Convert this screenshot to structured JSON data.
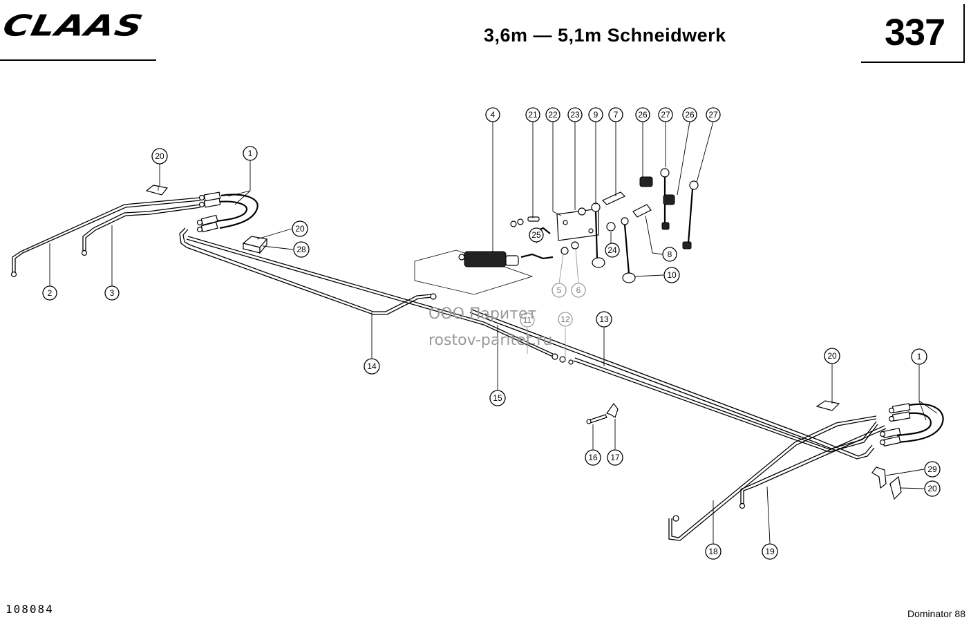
{
  "header": {
    "brand": "CLAAS",
    "title": "3,6m — 5,1m Schneidwerk",
    "page_number": "337"
  },
  "footer": {
    "doc_number": "108084",
    "machine": "Dominator 88"
  },
  "watermark": {
    "line1": "ООО Паритет",
    "line2": "rostov-paritet.ru"
  },
  "callouts": [
    {
      "label": "1",
      "name": "callout-1-left"
    },
    {
      "label": "2",
      "name": "callout-2"
    },
    {
      "label": "3",
      "name": "callout-3"
    },
    {
      "label": "4",
      "name": "callout-4"
    },
    {
      "label": "5",
      "name": "callout-5"
    },
    {
      "label": "6",
      "name": "callout-6"
    },
    {
      "label": "7",
      "name": "callout-7"
    },
    {
      "label": "8",
      "name": "callout-8"
    },
    {
      "label": "9",
      "name": "callout-9"
    },
    {
      "label": "10",
      "name": "callout-10"
    },
    {
      "label": "11",
      "name": "callout-11"
    },
    {
      "label": "12",
      "name": "callout-12"
    },
    {
      "label": "13",
      "name": "callout-13"
    },
    {
      "label": "14",
      "name": "callout-14"
    },
    {
      "label": "15",
      "name": "callout-15"
    },
    {
      "label": "16",
      "name": "callout-16"
    },
    {
      "label": "17",
      "name": "callout-17"
    },
    {
      "label": "18",
      "name": "callout-18"
    },
    {
      "label": "19",
      "name": "callout-19"
    },
    {
      "label": "20",
      "name": "callout-20-top-left"
    },
    {
      "label": "20",
      "name": "callout-20-mid-left"
    },
    {
      "label": "20",
      "name": "callout-20-right-top"
    },
    {
      "label": "20",
      "name": "callout-20-right-bottom"
    },
    {
      "label": "21",
      "name": "callout-21"
    },
    {
      "label": "22",
      "name": "callout-22"
    },
    {
      "label": "23",
      "name": "callout-23"
    },
    {
      "label": "24",
      "name": "callout-24"
    },
    {
      "label": "25",
      "name": "callout-25"
    },
    {
      "label": "26",
      "name": "callout-26-a"
    },
    {
      "label": "26",
      "name": "callout-26-b"
    },
    {
      "label": "27",
      "name": "callout-27-a"
    },
    {
      "label": "27",
      "name": "callout-27-b"
    },
    {
      "label": "28",
      "name": "callout-28"
    },
    {
      "label": "29",
      "name": "callout-29"
    },
    {
      "label": "1",
      "name": "callout-1-right"
    }
  ]
}
